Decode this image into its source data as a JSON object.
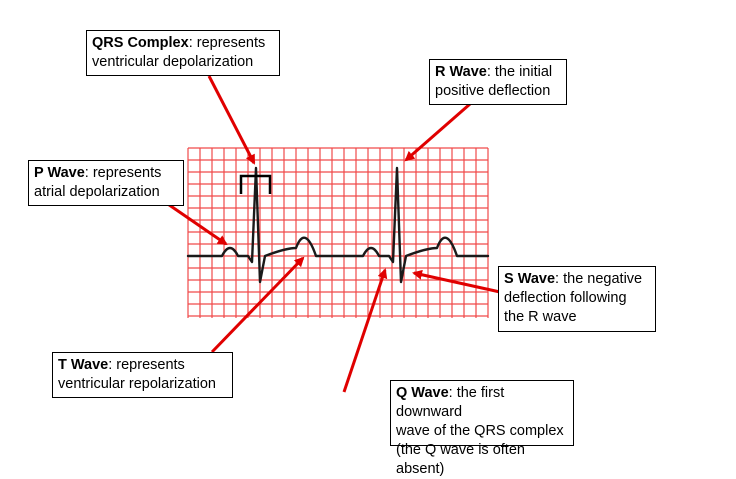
{
  "colors": {
    "grid": "#f04a4a",
    "trace": "#1a1a1a",
    "arrow": "#e00000",
    "box_border": "#000000"
  },
  "callouts": {
    "qrs": {
      "term": "QRS Complex",
      "line1": ": represents",
      "line2": "ventricular depolarization"
    },
    "r": {
      "term": "R Wave",
      "line1": ": the initial",
      "line2": "positive deflection"
    },
    "p": {
      "term": "P Wave",
      "line1": ": represents",
      "line2": "atrial depolarization"
    },
    "s": {
      "term": "S Wave",
      "line1": ": the negative",
      "line2": "deflection following",
      "line3": "the R wave"
    },
    "t": {
      "term": "T Wave",
      "line1": ": represents",
      "line2": "ventricular repolarization"
    },
    "q": {
      "term": "Q Wave",
      "line1": ": the first downward",
      "line2": "wave of the QRS complex",
      "line3": "(the Q wave is often absent)"
    }
  }
}
